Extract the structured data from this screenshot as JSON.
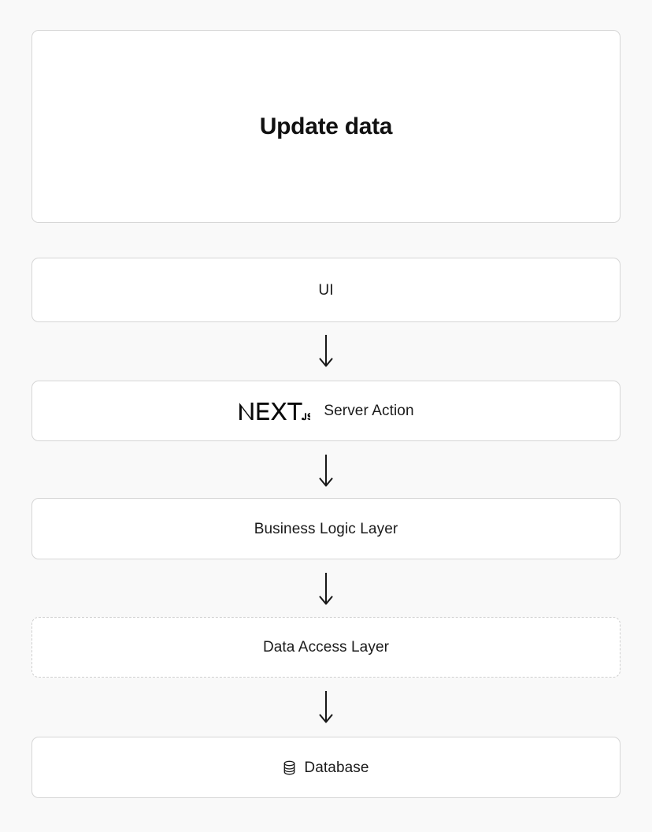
{
  "page": {
    "background_color": "#f9f9f9",
    "box_background_color": "#ffffff",
    "border_color": "#d6d6d6",
    "dashed_border_color": "#cfcfcf",
    "text_color": "#1a1a1a",
    "heading_color": "#111111"
  },
  "hero": {
    "title": "Update data"
  },
  "flow": {
    "nodes": [
      {
        "id": "ui",
        "label": "UI",
        "border_style": "solid",
        "icon": null
      },
      {
        "id": "server-action",
        "label": "Server Action",
        "border_style": "solid",
        "icon": "nextjs-logo",
        "logo_text": "NEXT",
        "logo_suffix": ".JS"
      },
      {
        "id": "business-logic-layer",
        "label": "Business Logic Layer",
        "border_style": "solid",
        "icon": null
      },
      {
        "id": "data-access-layer",
        "label": "Data Access Layer",
        "border_style": "dashed",
        "icon": null
      },
      {
        "id": "database",
        "label": "Database",
        "border_style": "solid",
        "icon": "database-icon"
      }
    ],
    "arrows": [
      {
        "id": "arrow-ui-to-server",
        "direction": "down"
      },
      {
        "id": "arrow-server-to-business",
        "direction": "down"
      },
      {
        "id": "arrow-business-to-data",
        "direction": "down"
      },
      {
        "id": "arrow-data-to-database",
        "direction": "down"
      }
    ]
  }
}
